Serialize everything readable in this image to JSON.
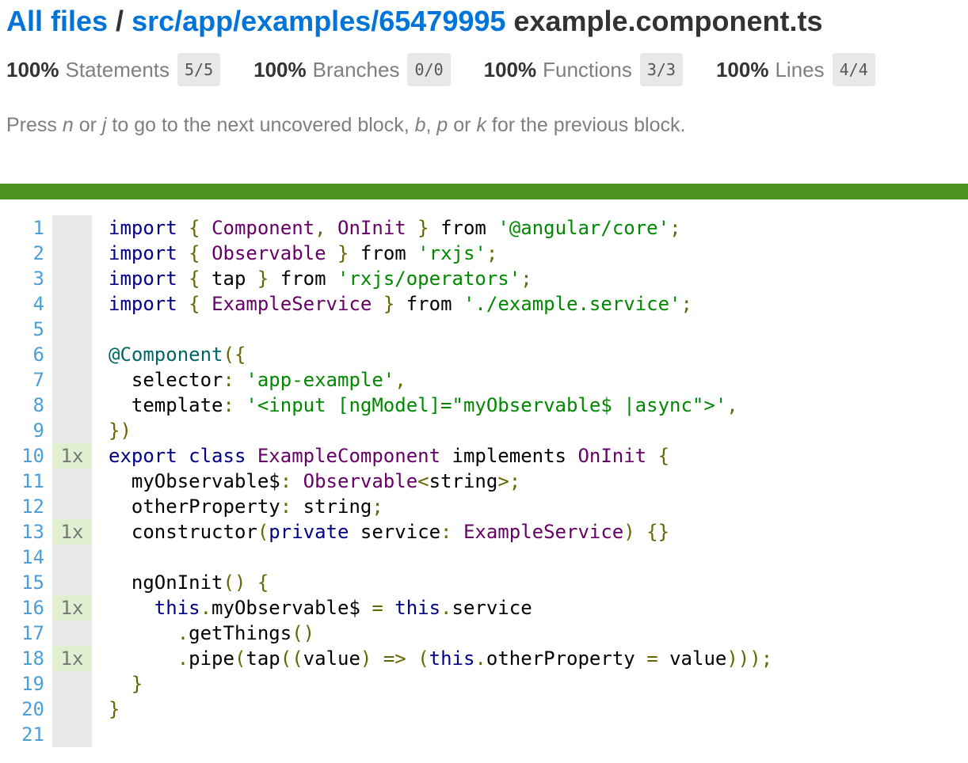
{
  "header": {
    "breadcrumb_root": "All files",
    "separator": " / ",
    "breadcrumb_dir": "src/app/examples/65479995",
    "file_name": " example.component.ts"
  },
  "stats": [
    {
      "pct": "100%",
      "label": "Statements",
      "fraction": "5/5"
    },
    {
      "pct": "100%",
      "label": "Branches",
      "fraction": "0/0"
    },
    {
      "pct": "100%",
      "label": "Functions",
      "fraction": "3/3"
    },
    {
      "pct": "100%",
      "label": "Lines",
      "fraction": "4/4"
    }
  ],
  "hint": {
    "t1": "Press ",
    "n": "n",
    "t2": " or ",
    "j": "j",
    "t3": " to go to the next uncovered block, ",
    "b": "b",
    "t4": ", ",
    "p": "p",
    "t5": " or ",
    "k": "k",
    "t6": " for the previous block."
  },
  "colors": {
    "coverage_high": "#4d9221",
    "hit_bg": "#dfefd0",
    "neutral_bg": "#eaeaea"
  },
  "code": [
    {
      "n": "1",
      "hits": "",
      "tokens": [
        [
          "kwd",
          "import"
        ],
        [
          "pln",
          " "
        ],
        [
          "pun",
          "{"
        ],
        [
          "pln",
          " "
        ],
        [
          "typ",
          "Component"
        ],
        [
          "pun",
          ","
        ],
        [
          "pln",
          " "
        ],
        [
          "typ",
          "OnInit"
        ],
        [
          "pln",
          " "
        ],
        [
          "pun",
          "}"
        ],
        [
          "pln",
          " from "
        ],
        [
          "str",
          "'@angular/core'"
        ],
        [
          "pun",
          ";"
        ]
      ]
    },
    {
      "n": "2",
      "hits": "",
      "tokens": [
        [
          "kwd",
          "import"
        ],
        [
          "pln",
          " "
        ],
        [
          "pun",
          "{"
        ],
        [
          "pln",
          " "
        ],
        [
          "typ",
          "Observable"
        ],
        [
          "pln",
          " "
        ],
        [
          "pun",
          "}"
        ],
        [
          "pln",
          " from "
        ],
        [
          "str",
          "'rxjs'"
        ],
        [
          "pun",
          ";"
        ]
      ]
    },
    {
      "n": "3",
      "hits": "",
      "tokens": [
        [
          "kwd",
          "import"
        ],
        [
          "pln",
          " "
        ],
        [
          "pun",
          "{"
        ],
        [
          "pln",
          " tap "
        ],
        [
          "pun",
          "}"
        ],
        [
          "pln",
          " from "
        ],
        [
          "str",
          "'rxjs/operators'"
        ],
        [
          "pun",
          ";"
        ]
      ]
    },
    {
      "n": "4",
      "hits": "",
      "tokens": [
        [
          "kwd",
          "import"
        ],
        [
          "pln",
          " "
        ],
        [
          "pun",
          "{"
        ],
        [
          "pln",
          " "
        ],
        [
          "typ",
          "ExampleService"
        ],
        [
          "pln",
          " "
        ],
        [
          "pun",
          "}"
        ],
        [
          "pln",
          " from "
        ],
        [
          "str",
          "'./example.service'"
        ],
        [
          "pun",
          ";"
        ]
      ]
    },
    {
      "n": "5",
      "hits": "",
      "tokens": []
    },
    {
      "n": "6",
      "hits": "",
      "tokens": [
        [
          "lit",
          "@Component"
        ],
        [
          "pun",
          "({"
        ]
      ]
    },
    {
      "n": "7",
      "hits": "",
      "tokens": [
        [
          "pln",
          "  selector"
        ],
        [
          "pun",
          ":"
        ],
        [
          "pln",
          " "
        ],
        [
          "str",
          "'app-example'"
        ],
        [
          "pun",
          ","
        ]
      ]
    },
    {
      "n": "8",
      "hits": "",
      "tokens": [
        [
          "pln",
          "  template"
        ],
        [
          "pun",
          ":"
        ],
        [
          "pln",
          " "
        ],
        [
          "str",
          "'<input [ngModel]=\"myObservable$ |async\">'"
        ],
        [
          "pun",
          ","
        ]
      ]
    },
    {
      "n": "9",
      "hits": "",
      "tokens": [
        [
          "pun",
          "})"
        ]
      ]
    },
    {
      "n": "10",
      "hits": "1x",
      "tokens": [
        [
          "kwd",
          "export"
        ],
        [
          "pln",
          " "
        ],
        [
          "kwd",
          "class"
        ],
        [
          "pln",
          " "
        ],
        [
          "typ",
          "ExampleComponent"
        ],
        [
          "pln",
          " implements "
        ],
        [
          "typ",
          "OnInit"
        ],
        [
          "pln",
          " "
        ],
        [
          "pun",
          "{"
        ]
      ]
    },
    {
      "n": "11",
      "hits": "",
      "tokens": [
        [
          "pln",
          "  myObservable$"
        ],
        [
          "pun",
          ":"
        ],
        [
          "pln",
          " "
        ],
        [
          "typ",
          "Observable"
        ],
        [
          "pun",
          "<"
        ],
        [
          "pln",
          "string"
        ],
        [
          "pun",
          ">;"
        ]
      ]
    },
    {
      "n": "12",
      "hits": "",
      "tokens": [
        [
          "pln",
          "  otherProperty"
        ],
        [
          "pun",
          ":"
        ],
        [
          "pln",
          " string"
        ],
        [
          "pun",
          ";"
        ]
      ]
    },
    {
      "n": "13",
      "hits": "1x",
      "tokens": [
        [
          "pln",
          "  constructor"
        ],
        [
          "pun",
          "("
        ],
        [
          "kwd",
          "private"
        ],
        [
          "pln",
          " service"
        ],
        [
          "pun",
          ":"
        ],
        [
          "pln",
          " "
        ],
        [
          "typ",
          "ExampleService"
        ],
        [
          "pun",
          ")"
        ],
        [
          "pln",
          " "
        ],
        [
          "pun",
          "{}"
        ]
      ]
    },
    {
      "n": "14",
      "hits": "",
      "tokens": []
    },
    {
      "n": "15",
      "hits": "",
      "tokens": [
        [
          "pln",
          "  ngOnInit"
        ],
        [
          "pun",
          "()"
        ],
        [
          "pln",
          " "
        ],
        [
          "pun",
          "{"
        ]
      ]
    },
    {
      "n": "16",
      "hits": "1x",
      "tokens": [
        [
          "pln",
          "    "
        ],
        [
          "kwd",
          "this"
        ],
        [
          "pun",
          "."
        ],
        [
          "pln",
          "myObservable$ "
        ],
        [
          "pun",
          "="
        ],
        [
          "pln",
          " "
        ],
        [
          "kwd",
          "this"
        ],
        [
          "pun",
          "."
        ],
        [
          "pln",
          "service"
        ]
      ]
    },
    {
      "n": "17",
      "hits": "",
      "tokens": [
        [
          "pln",
          "      "
        ],
        [
          "pun",
          "."
        ],
        [
          "pln",
          "getThings"
        ],
        [
          "pun",
          "()"
        ]
      ]
    },
    {
      "n": "18",
      "hits": "1x",
      "tokens": [
        [
          "pln",
          "      "
        ],
        [
          "pun",
          "."
        ],
        [
          "pln",
          "pipe"
        ],
        [
          "pun",
          "("
        ],
        [
          "pln",
          "tap"
        ],
        [
          "pun",
          "(("
        ],
        [
          "pln",
          "value"
        ],
        [
          "pun",
          ")"
        ],
        [
          "pln",
          " "
        ],
        [
          "pun",
          "=>"
        ],
        [
          "pln",
          " "
        ],
        [
          "pun",
          "("
        ],
        [
          "kwd",
          "this"
        ],
        [
          "pun",
          "."
        ],
        [
          "pln",
          "otherProperty "
        ],
        [
          "pun",
          "="
        ],
        [
          "pln",
          " value"
        ],
        [
          "pun",
          ")));"
        ]
      ]
    },
    {
      "n": "19",
      "hits": "",
      "tokens": [
        [
          "pln",
          "  "
        ],
        [
          "pun",
          "}"
        ]
      ]
    },
    {
      "n": "20",
      "hits": "",
      "tokens": [
        [
          "pun",
          "}"
        ]
      ]
    },
    {
      "n": "21",
      "hits": "",
      "tokens": []
    }
  ]
}
